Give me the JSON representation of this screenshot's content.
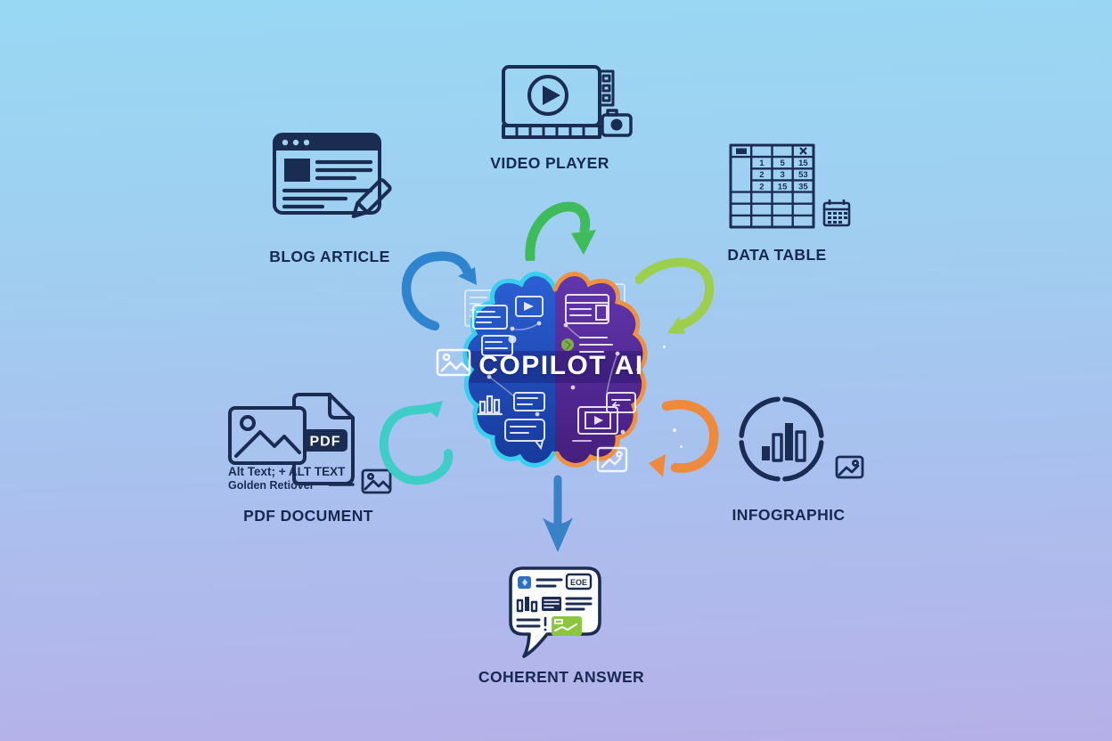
{
  "canvas": {
    "bg_top": "#98d8f3",
    "bg_bottom": "#b6b0e8"
  },
  "center": {
    "title": "COPILOT AI",
    "left_fill_top": "#2b60d4",
    "left_fill_bottom": "#16399b",
    "right_fill_top": "#6236ad",
    "right_fill_bottom": "#451e7d",
    "left_stroke": "#36cfee",
    "right_stroke": "#ef913f"
  },
  "nodes": {
    "video_player": {
      "label": "VIDEO PLAYER"
    },
    "data_table": {
      "label": "DATA TABLE",
      "rows": [
        [
          "1",
          "5",
          "15"
        ],
        [
          "2",
          "3",
          "53"
        ],
        [
          "2",
          "15",
          "35"
        ]
      ]
    },
    "blog_article": {
      "label": "BLOG ARTICLE"
    },
    "pdf_document": {
      "label": "PDF DOCUMENT",
      "badge": "PDF",
      "alt_line1": "Alt Text; + ALT TEXT",
      "alt_line2": "Golden Retiover"
    },
    "infographic": {
      "label": "INFOGRAPHIC"
    },
    "coherent_answer": {
      "label": "COHERENT ANSWER",
      "badge": "EOE"
    }
  },
  "arrows": {
    "video_to_brain": {
      "color": "#3ebc5c"
    },
    "table_to_brain": {
      "color": "#9ccf4b"
    },
    "blog_to_brain": {
      "color": "#2e85cd"
    },
    "pdf_to_brain": {
      "color": "#3fcdc7"
    },
    "infographic_to_brain": {
      "color": "#ef8a3d"
    },
    "brain_to_answer": {
      "color": "#3982c6"
    }
  },
  "icon_color": "#1b2c52",
  "accent_green_chip": "#8cc63e",
  "accent_blue_chip": "#2f6fc4"
}
